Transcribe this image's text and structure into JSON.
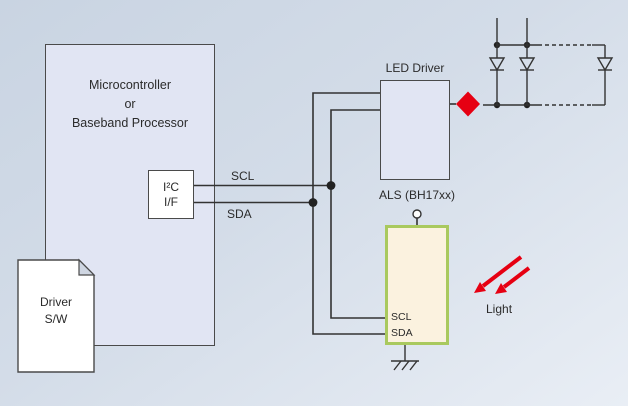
{
  "colors": {
    "accent_red": "#e60012",
    "als_border_green": "#a9c95e",
    "block_fill": "#e1e5f3",
    "als_fill": "#fbf2df",
    "wire": "#333333",
    "background_top": "#c9d4e2",
    "background_bottom": "#e9eef5"
  },
  "mcu": {
    "line1": "Microcontroller",
    "line2": "or",
    "line3": "Baseband Processor"
  },
  "i2c_interface": {
    "line1": "I²C",
    "line2": "I/F"
  },
  "bus": {
    "scl": "SCL",
    "sda": "SDA"
  },
  "led_driver": {
    "label": "LED Driver"
  },
  "als": {
    "label": "ALS (BH17xx)",
    "pin_scl": "SCL",
    "pin_sda": "SDA"
  },
  "light": {
    "label": "Light"
  },
  "driver_sw": {
    "line1": "Driver",
    "line2": "S/W"
  }
}
